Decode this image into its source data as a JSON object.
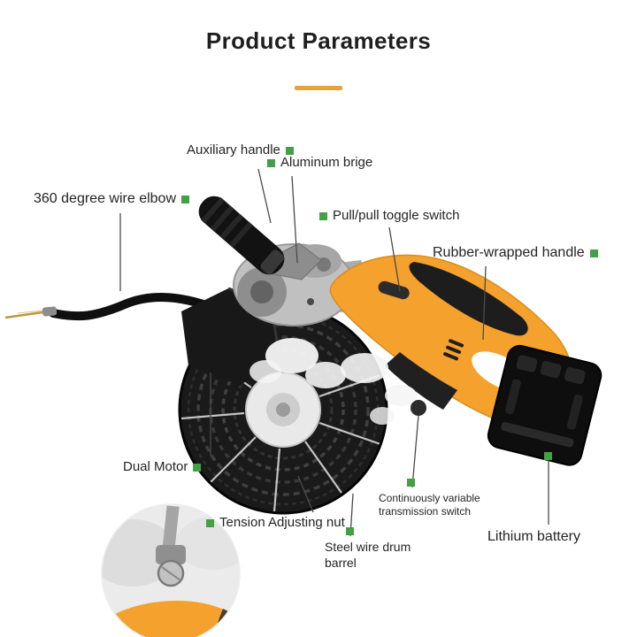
{
  "header": {
    "title": "Product Parameters"
  },
  "annotations": {
    "auxiliary_handle": "Auxiliary handle",
    "aluminum_bridge": "Aluminum brige",
    "wire_elbow": "360 degree wire elbow",
    "toggle_switch": "Pull/pull toggle switch",
    "rubber_handle": "Rubber-wrapped handle",
    "dual_motor": "Dual Motor",
    "tension_nut": "Tension Adjusting nut",
    "cvt_switch": "Continuously variable transmission switch",
    "drum_barrel": "Steel wire drum barrel",
    "lithium_battery": "Lithium battery"
  },
  "colors": {
    "accent": "#E5A13C",
    "marker_green": "#43A047",
    "tool_orange": "#F5A12D",
    "title_text": "#1F1F1F",
    "label_text": "#242424"
  }
}
